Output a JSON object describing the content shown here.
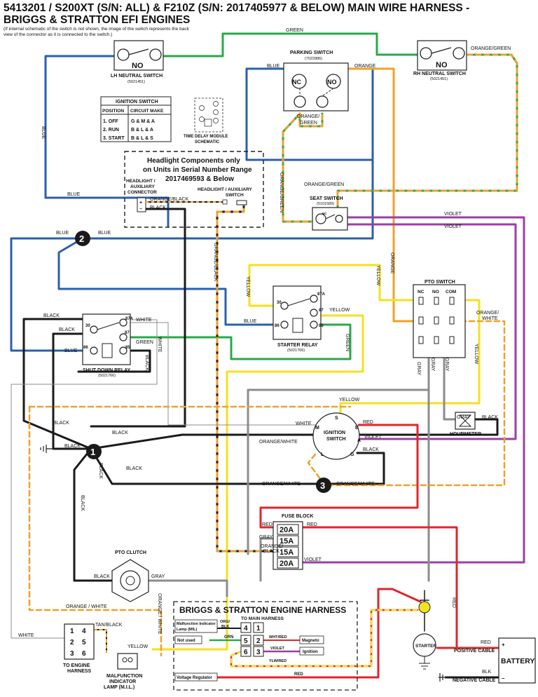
{
  "title": {
    "line1": "5413201 / S200XT (S/N: ALL) & F210Z (S/N: 2017405977 & BELOW) MAIN WIRE HARNESS -",
    "line2": "BRIGGS & STRATTON EFI ENGINES",
    "note1": "(If internal schematic of the switch is not shown, the image of the switch represents the back",
    "note2": "view of the connector as it is connected to the switch.)"
  },
  "colors": {
    "blue": "#2b5fae",
    "green": "#2aa84a",
    "orange": "#f0a02a",
    "yellow": "#f3e21e",
    "violet": "#9b3fa6",
    "black": "#1a1a1a",
    "gray": "#8c8c8c",
    "red": "#e0262b",
    "orangegreen_a": "#f0a02a",
    "orangegreen_b": "#2aa84a"
  },
  "components": {
    "lh_neutral": {
      "no": "NO",
      "name": "LH NEUTRAL SWITCH",
      "part": "(5021451)"
    },
    "rh_neutral": {
      "no": "NO",
      "name": "RH NEUTRAL SWITCH",
      "part": "(5021451)"
    },
    "parking": {
      "name": "PARKING SWITCH",
      "part": "(7022886)",
      "nc": "NC",
      "no": "NO"
    },
    "seat": {
      "name": "SEAT SWITCH",
      "part": "(5101589)",
      "nc": "NC"
    },
    "time_delay": {
      "name1": "TIME DELAY MODULE",
      "name2": "SCHEMATIC"
    },
    "pto_switch": {
      "name": "PTO SWITCH",
      "nc": "NC",
      "no": "NO",
      "com": "COM"
    },
    "starter_relay": {
      "name": "STARTER RELAY",
      "part": "(5021766)",
      "p30": "30",
      "p87a": "87A",
      "p87": "87",
      "p86": "86",
      "p85": "85"
    },
    "shutdown_relay": {
      "name": "SHUT DOWN RELAY",
      "part": "(5021766)",
      "p30": "30",
      "p87a": "87A",
      "p87": "87",
      "p86": "86",
      "p85": "85"
    },
    "ignition": {
      "name1": "IGNITION",
      "name2": "SWITCH",
      "s": "S",
      "b": "B",
      "m": "M",
      "a": "A",
      "l": "L",
      "g": "G"
    },
    "hourmeter": {
      "name": "HOURMETER"
    },
    "fuse_block": {
      "name": "FUSE BLOCK",
      "fuses": [
        "20A",
        "15A",
        "15A",
        "20A"
      ]
    },
    "pto_clutch": {
      "name": "PTO CLUTCH"
    },
    "battery": {
      "name": "BATTERY",
      "plus": "+",
      "minus": "–",
      "pos": "POSITIVE CABLE",
      "neg": "NEGATIVE CABLE"
    },
    "starter": {
      "name": "STARTER"
    },
    "engine_conn": {
      "name1": "TO ENGINE",
      "name2": "HARNESS",
      "pins": [
        "1",
        "4",
        "2",
        "5",
        "3",
        "6"
      ]
    },
    "mil": {
      "name1": "MALFUNCTION",
      "name2": "INDICATOR",
      "name3": "LAMP (M.I.L.)"
    },
    "splice1": "1",
    "splice2": "2",
    "splice3": "3"
  },
  "ignition_table": {
    "title": "IGNITION SWITCH",
    "headers": [
      "POSITION",
      "CIRCUIT MAKE"
    ],
    "rows": [
      [
        "1. OFF",
        "G & M & A"
      ],
      [
        "2. RUN",
        "B & L & A"
      ],
      [
        "3. START",
        "B & L & S"
      ]
    ]
  },
  "headlight_box": {
    "title1": "Headlight Components only",
    "title2": "on Units in Serial Number Range",
    "title3": "2017469593 & Below",
    "connector1": "HEADLIGHT /",
    "connector2": "AUXILIARY",
    "connector3": "CONNECTOR",
    "switch1": "HEADLIGHT / AUXILIARY",
    "switch2": "SWITCH",
    "plus": "+",
    "minus": "–"
  },
  "engine_harness": {
    "title": "BRIGGS & STRATTON ENGINE HARNESS",
    "mil1": "Malfunction Indicator",
    "mil2": "Lamp (MIL)",
    "orgblk1": "ORG/",
    "orgblk2": "BLK",
    "to_main": "TO MAIN HARNESS",
    "not_used": "Not used",
    "grn": "GRN",
    "wht_red": "WHT/RED",
    "violet": "VIOLET",
    "ylw_red": "YLW/RED",
    "magneto": "Magneto",
    "ignition": "Ignition",
    "voltage_reg": "Voltage Regulator",
    "red": "RED",
    "pins": [
      "4",
      "1",
      "5",
      "2",
      "6",
      "3"
    ]
  },
  "wire_labels": {
    "green": "GREEN",
    "blue": "BLUE",
    "orange": "ORANGE",
    "orange_green": "ORANGE/GREEN",
    "orange_slash_green": "ORANGE/\nGREEN",
    "orange_black": "ORANGE/BLACK",
    "black": "BLACK",
    "violet": "VIOLET",
    "yellow": "YELLOW",
    "white": "WHITE",
    "gray": "GRAY",
    "red": "RED",
    "orange_white": "ORANGE/WHITE",
    "orange_space_white": "ORANGE / WHITE",
    "tan_black": "TAN/BLACK",
    "blk": "BLK",
    "orange_white2a": "ORANGE/",
    "orange_white2b": "WHITE",
    "orange_black_a": "ORANGE/",
    "orange_black_b": "BLACK",
    "og_a": "ORANGE/",
    "og_b": "GREEN"
  }
}
